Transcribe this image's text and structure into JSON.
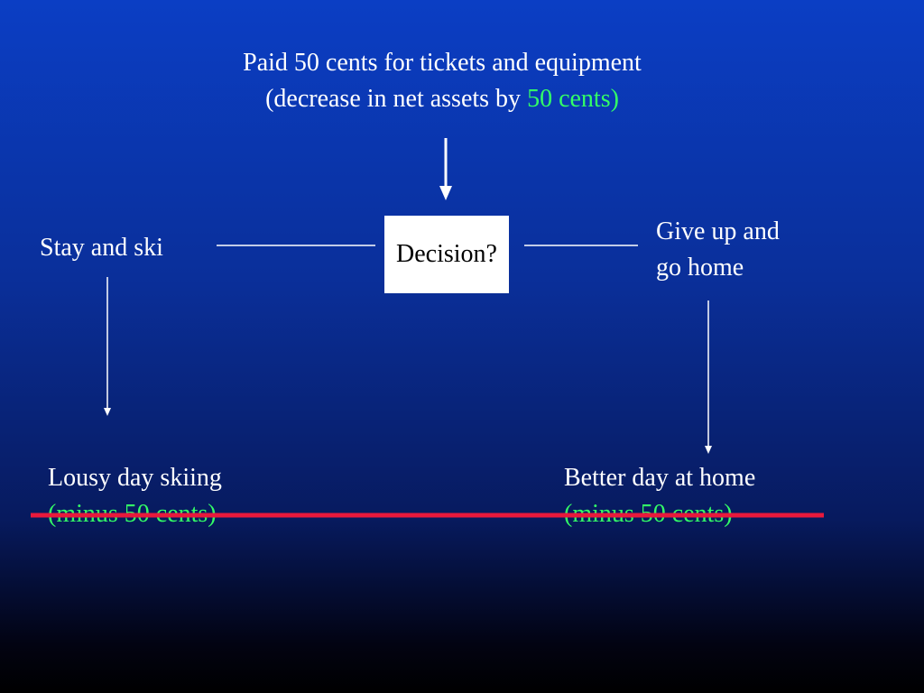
{
  "header": {
    "line1": "Paid 50 cents for tickets and equipment",
    "line2_prefix": "(decrease in net assets by ",
    "line2_highlight": "50 cents)"
  },
  "decision": {
    "label": "Decision?"
  },
  "options": {
    "stay": {
      "label": "Stay and ski"
    },
    "giveup": {
      "line1": "Give up and",
      "line2": "go home"
    }
  },
  "outcomes": {
    "lousy": {
      "line1": "Lousy day skiing",
      "line2": "(minus 50 cents)"
    },
    "better": {
      "line1": "Better day at home",
      "line2": "(minus 50 cents)"
    }
  },
  "colors": {
    "background_top": "#0b3ec4",
    "background_bottom": "#000000",
    "highlight": "#33ff66",
    "strike": "#e8193c",
    "text": "#ffffff"
  }
}
